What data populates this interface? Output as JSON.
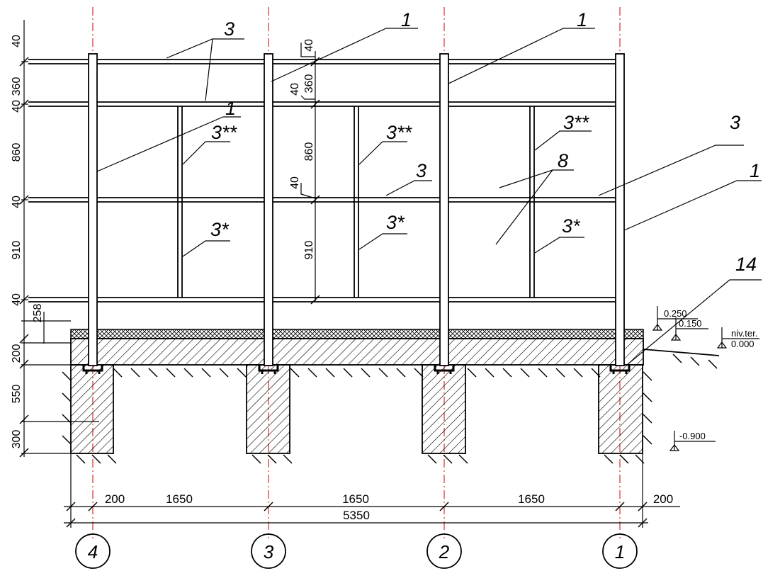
{
  "colors": {
    "line": "#000000",
    "axis": "#d00000",
    "background": "#ffffff"
  },
  "tags": {
    "t1": "1",
    "t3": "3",
    "t3s": "3*",
    "t3ss": "3**",
    "t8": "8",
    "t14": "14"
  },
  "dims_vertical": {
    "d40a": "40",
    "d360": "360",
    "d40b": "40",
    "d860": "860",
    "d40c": "40",
    "d910": "910",
    "d40d": "40",
    "d258": "258",
    "d200": "200",
    "d550": "550",
    "d300": "300",
    "m40a": "40",
    "m360": "360",
    "m40b": "40",
    "m860": "860",
    "m40c": "40",
    "m910": "910"
  },
  "dims_horizontal": {
    "h200a": "200",
    "h1650a": "1650",
    "h1650b": "1650",
    "h1650c": "1650",
    "h200b": "200",
    "h5350": "5350"
  },
  "levels": {
    "l250": "0.250",
    "l150": "0.150",
    "lniv": "niv.ter.",
    "l000": "0.000",
    "l900": "-0.900"
  },
  "axes": {
    "a4": "4",
    "a3": "3",
    "a2": "2",
    "a1": "1"
  }
}
